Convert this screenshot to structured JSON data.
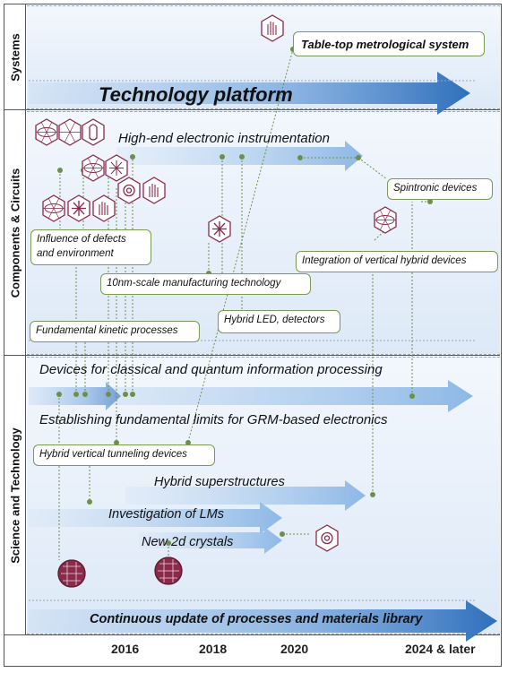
{
  "sections": {
    "systems": "Systems",
    "components": "Components & Circuits",
    "science": "Science and Technology"
  },
  "arrows": {
    "platform": "Technology platform",
    "high_end": "High-end electronic instrumentation",
    "devices_info": "Devices for classical and quantum information processing",
    "limits": "Establishing fundamental limits for GRM-based electronics",
    "hybrid_super": "Hybrid superstructures",
    "investigation": "Investigation of LMs",
    "new_2d": "New 2d crystals",
    "continuous": "Continuous update of processes and materials library"
  },
  "boxes": {
    "tabletop": "Table-top metrological system",
    "spintronic": "Spintronic devices",
    "integration": "Integration of vertical hybrid devices",
    "defects_line1": "Influence of defects",
    "defects_line2": "and environment",
    "manufacturing": "10nm-scale manufacturing technology",
    "hybrid_led": "Hybrid LED, detectors",
    "kinetic": "Fundamental kinetic processes",
    "tunneling": "Hybrid vertical tunneling devices"
  },
  "years": [
    "2016",
    "2018",
    "2020",
    "2024 & later"
  ],
  "colors": {
    "arrow_blue": "#3a78c0",
    "box_border": "#7a9a55",
    "connector": "#6e8f4a",
    "icon": "#8a2a4a"
  },
  "icons": [
    "lattice-ellipse-icon",
    "lattice-atom-icon",
    "device-icon",
    "hand-icon",
    "star-icon",
    "spiral-icon",
    "fullerene-icon"
  ]
}
